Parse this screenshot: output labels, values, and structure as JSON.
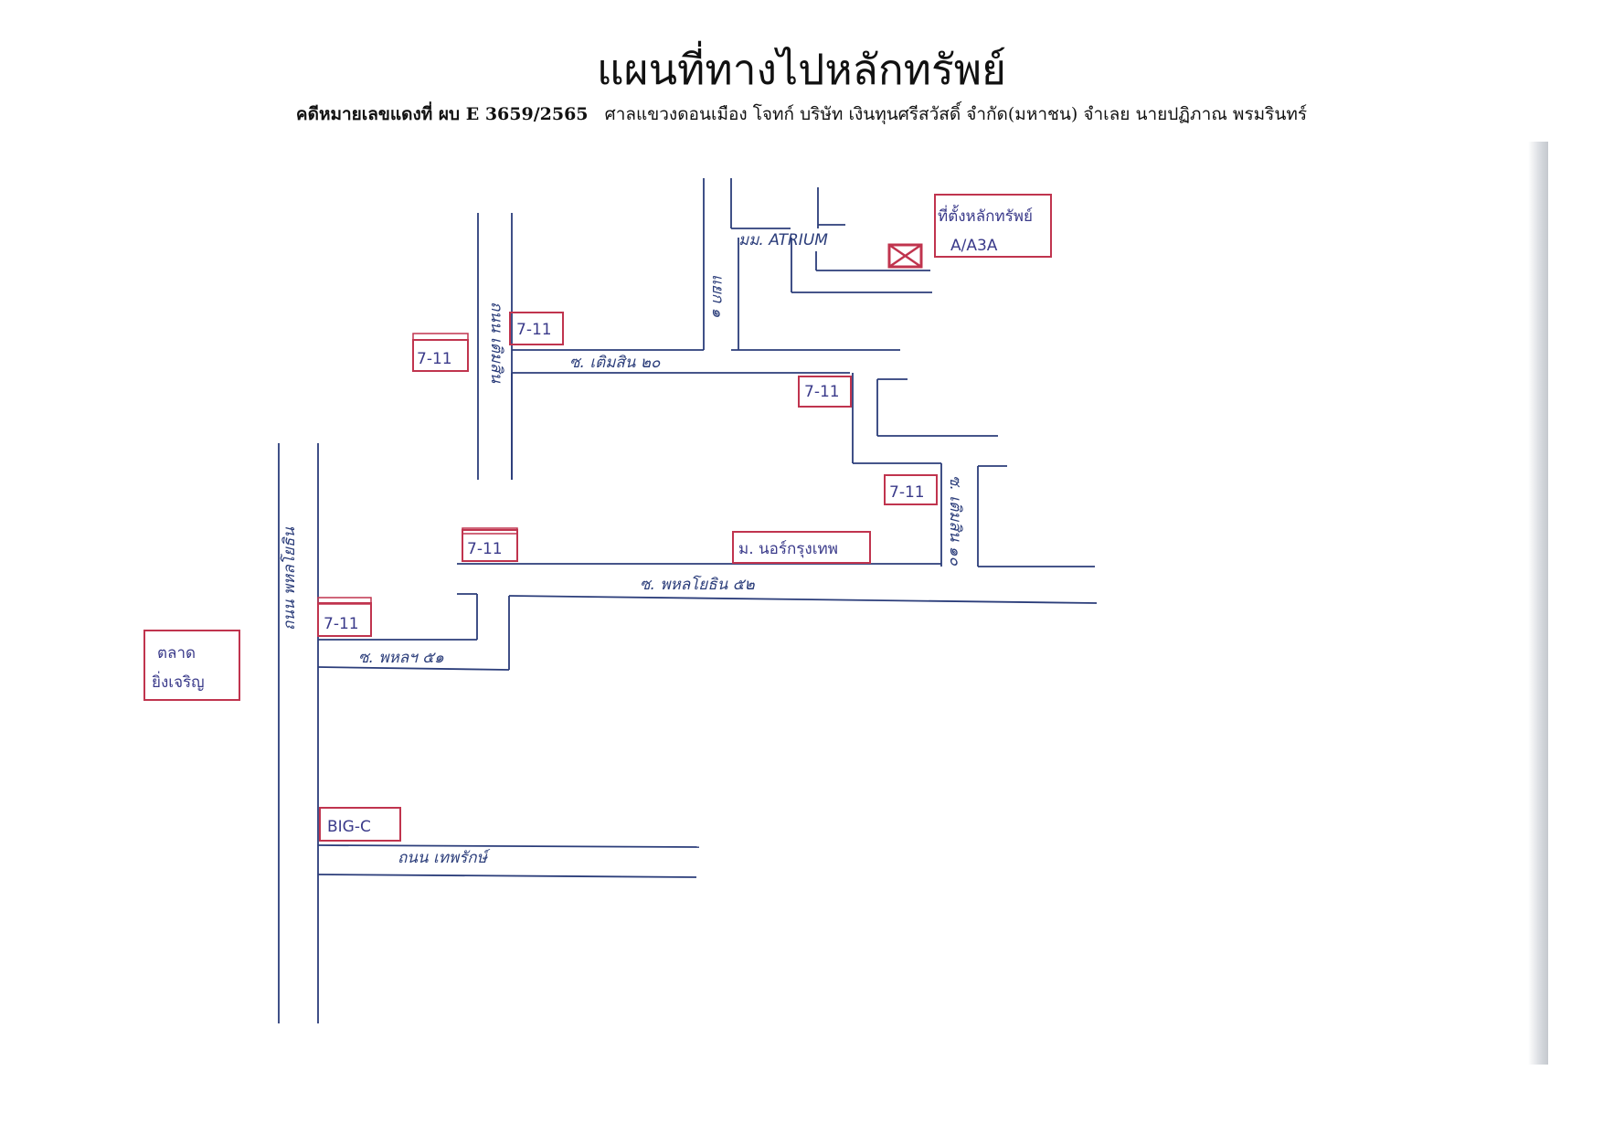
{
  "header": {
    "title": "แผนที่ทางไปหลักทรัพย์",
    "case_bold": "คดีหมายเลขแดงที่ ผบ E 3659/2565",
    "case_rest": "ศาลแขวงดอนเมือง โจทก์ บริษัท เงินทุนศรีสวัสดิ์ จำกัด(มหาชน)  จำเลย นายปฏิภาณ พรมรินทร์"
  },
  "map": {
    "labels": {
      "property_line1": "ที่ตั้งหลักทรัพย์",
      "property_line2": "A/A3A",
      "village_atrium": "มม. ATRIUM",
      "lane_1": "แยก ๑",
      "road_thoem_sin": "ถนน เติมสิน",
      "soi_thoem_sin_20": "ซ. เติมสิน ๒๐",
      "seven_a": "7-11",
      "seven_b": "7-11",
      "seven_c": "7-11",
      "seven_d": "7-11",
      "seven_e": "7-11",
      "seven_f": "7-11",
      "soi_right": "ซ. เติมสิน ๑๐",
      "village_bangkok": "ม. นอร์กรุงเทพ",
      "soi_phahon_52": "ซ. พหลโยธิน ๕๒",
      "road_phahonyothin": "ถนน พหลโยธิน",
      "soi_phahon_51": "ซ. พหลฯ ๕๑",
      "market_line1": "ตลาด",
      "market_line2": "ยิ่งเจริญ",
      "big_c": "BIG-C",
      "road_thep_rak": "ถนน เทพรักษ์"
    }
  }
}
